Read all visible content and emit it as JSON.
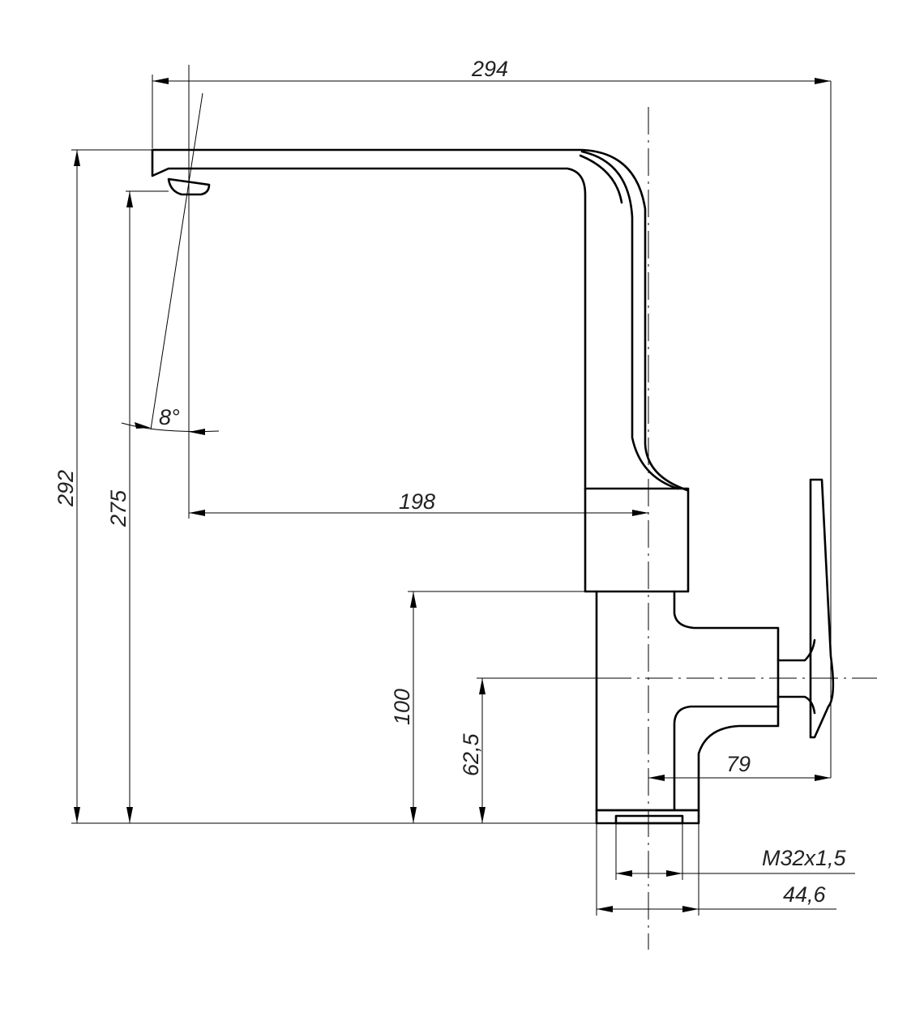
{
  "dimensions": {
    "overall_reach": "294",
    "total_height": "292",
    "spout_height": "275",
    "spout_reach": "198",
    "body_height": "100",
    "handle_axis_height": "62,5",
    "handle_offset": "79",
    "thread": "M32x1,5",
    "base_diameter": "44,6",
    "spout_angle": "8°"
  },
  "colors": {
    "line": "#000000",
    "background": "#ffffff"
  }
}
